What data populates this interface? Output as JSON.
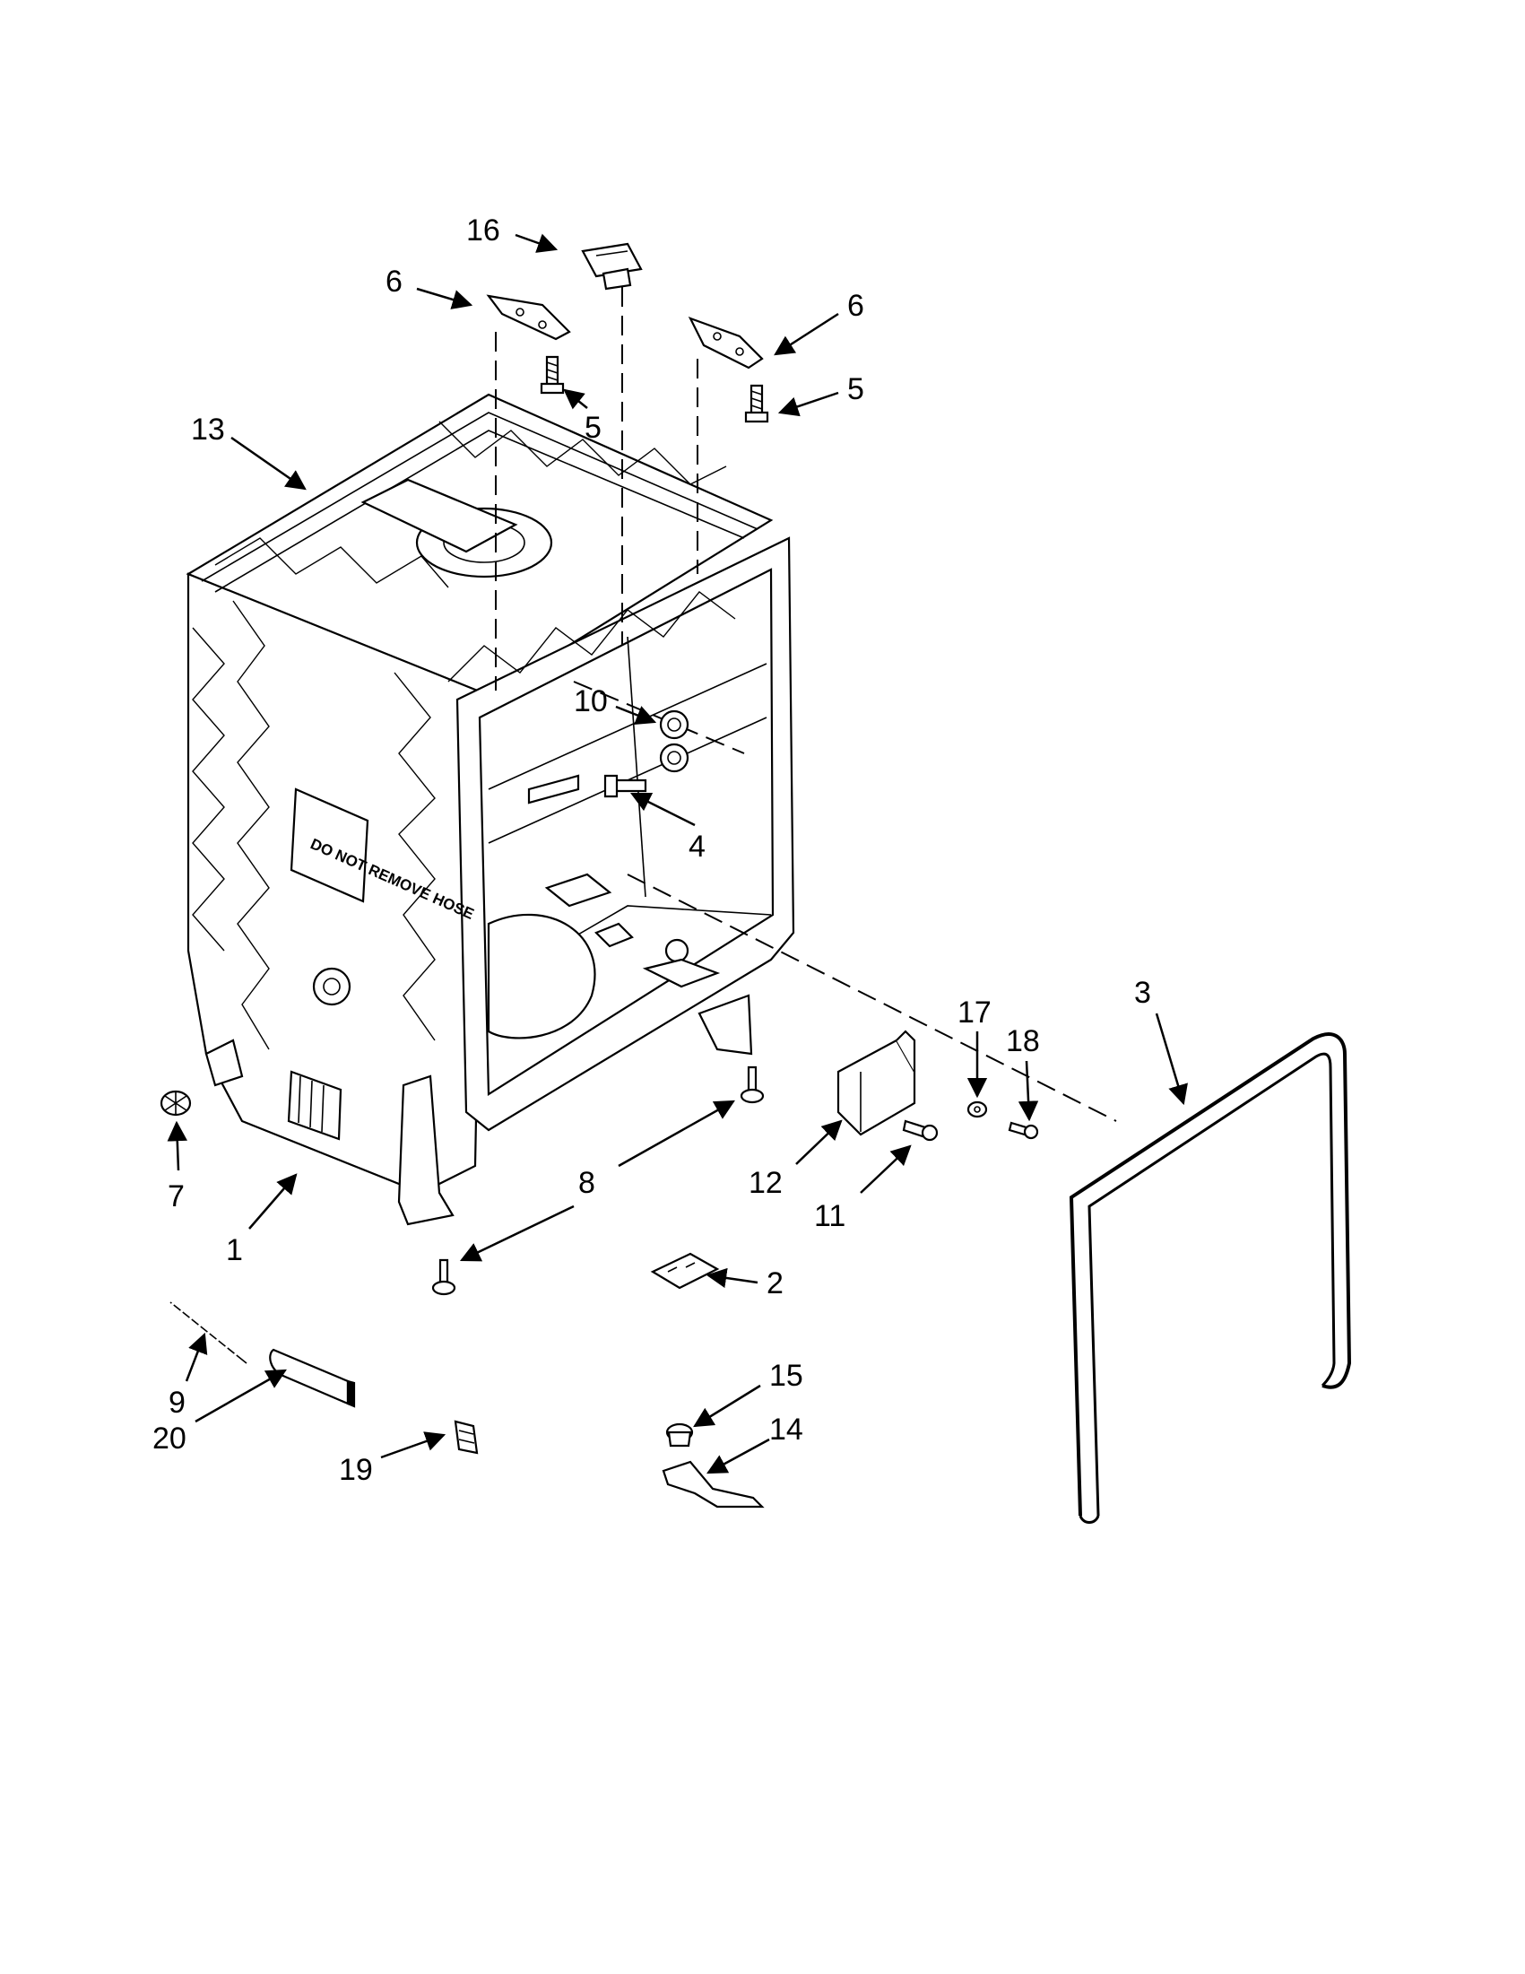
{
  "callouts": [
    "16",
    "6",
    "6",
    "5",
    "5",
    "13",
    "10",
    "4",
    "3",
    "17",
    "18",
    "7",
    "1",
    "8",
    "12",
    "11",
    "2",
    "15",
    "14",
    "9",
    "20",
    "19"
  ],
  "hose_warning": "DO NOT REMOVE HOSE"
}
